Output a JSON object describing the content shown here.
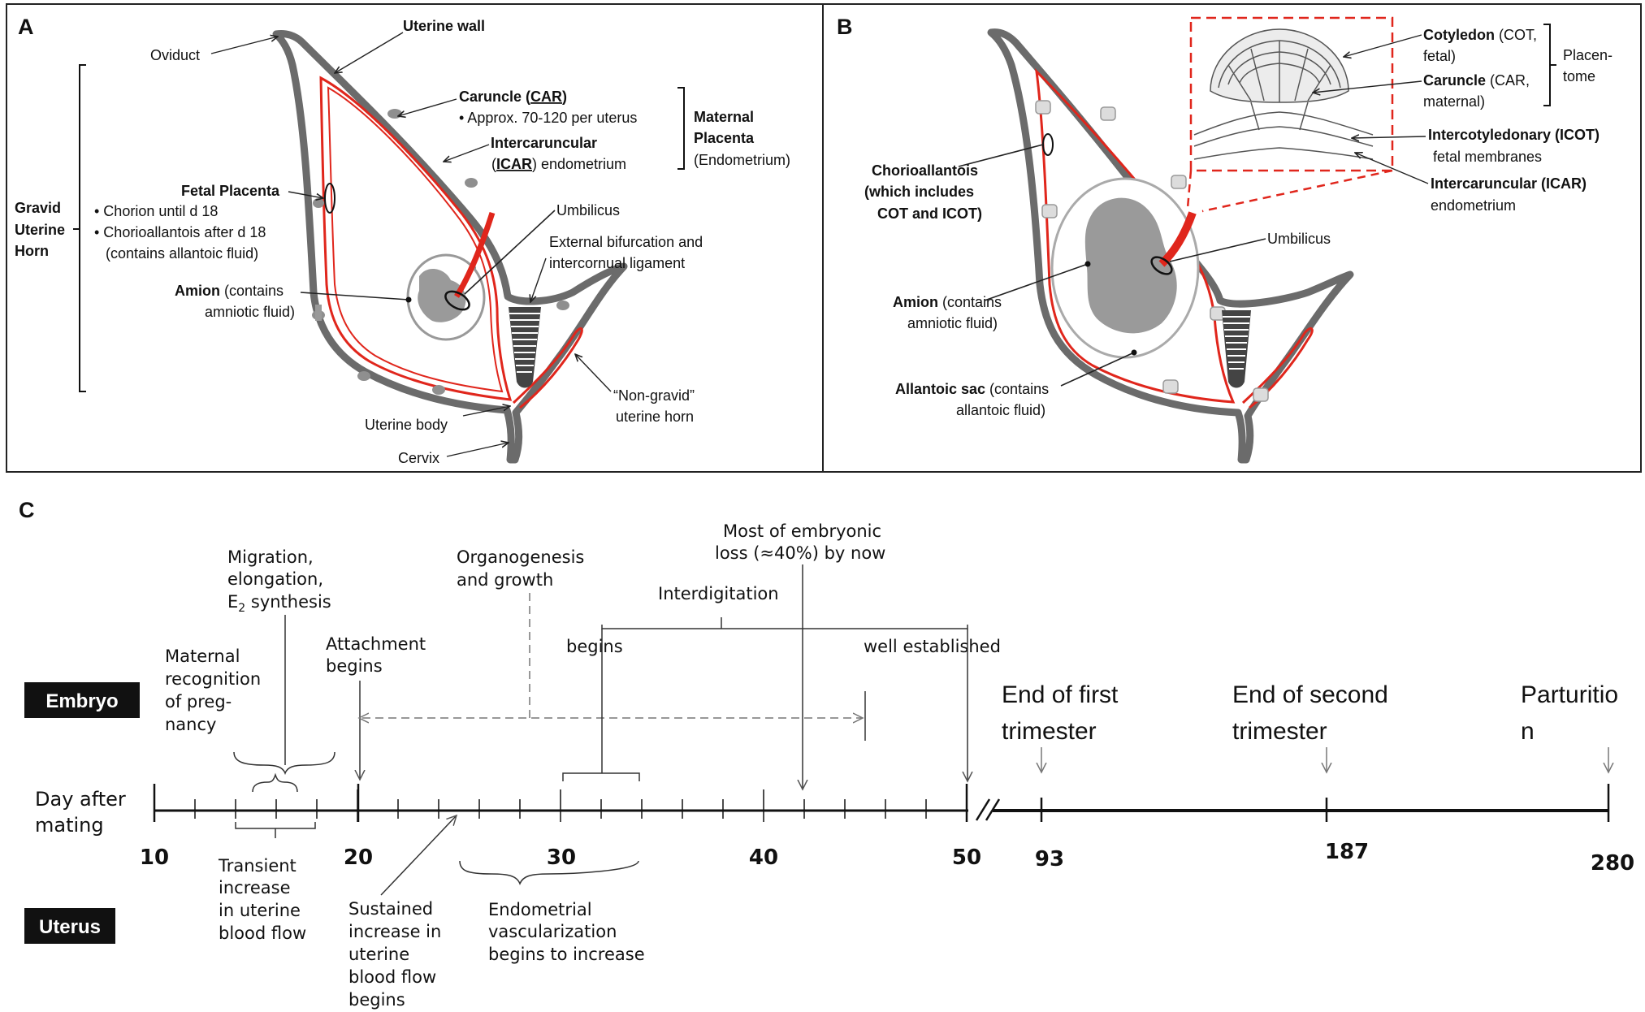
{
  "panels": {
    "a": {
      "letter": "A",
      "oviduct": "Oviduct",
      "uterine_wall": "Uterine wall",
      "caruncle": "Caruncle (",
      "car": "CAR",
      "caruncle_close": ")",
      "caruncle_note": "• Approx. 70-120 per uterus",
      "intercaruncular": "Intercaruncular",
      "icar_open": "(",
      "icar": "ICAR",
      "icar_rest": ") endometrium",
      "maternal_placenta_1": "Maternal",
      "maternal_placenta_2": "Placenta",
      "maternal_placenta_3": "(Endometrium)",
      "gravid_1": "Gravid",
      "gravid_2": "Uterine",
      "gravid_3": "Horn",
      "fetal_placenta": "Fetal Placenta",
      "fetal_item_1": "• Chorion until d 18",
      "fetal_item_2": "• Chorioallantois after d 18",
      "fetal_item_3": "(contains allantoic fluid)",
      "amion_bold": "Amion",
      "amion_rest": " (contains",
      "amion_2": "amniotic fluid)",
      "umbilicus": "Umbilicus",
      "ext_bif_1": "External bifurcation and",
      "ext_bif_2": "intercornual ligament",
      "non_gravid_1": "“Non-gravid”",
      "non_gravid_2": "uterine horn",
      "uterine_body": "Uterine body",
      "cervix": "Cervix"
    },
    "b": {
      "letter": "B",
      "cotyledon_bold": "Cotyledon",
      "cotyledon_rest": " (COT,",
      "cotyledon_2": "fetal)",
      "caruncle_bold": "Caruncle",
      "caruncle_rest": " (CAR,",
      "caruncle_2": "maternal)",
      "placentome_1": "Placen-",
      "placentome_2": "tome",
      "icot_bold": "Intercotyledonary (ICOT)",
      "icot_2": "fetal membranes",
      "icar_bold": "Intercaruncular (ICAR)",
      "icar_2": "endometrium",
      "chorio_1": "Chorioallantois",
      "chorio_2": "(which  includes",
      "chorio_3": "COT and ICOT)",
      "umbilicus": "Umbilicus",
      "amion_bold": "Amion",
      "amion_rest": " (contains",
      "amion_2": "amniotic fluid)",
      "allantoic_bold": "Allantoic sac",
      "allantoic_rest": " (contains",
      "allantoic_2": "allantoic fluid)"
    },
    "c": {
      "letter": "C",
      "axis_label_1": "Day after",
      "axis_label_2": "mating",
      "embryo_badge": "Embryo",
      "uterus_badge": "Uterus",
      "ticks": [
        "10",
        "20",
        "30",
        "40",
        "50",
        "93",
        "187",
        "280"
      ],
      "migration_1": "Migration,",
      "migration_2": "elongation,",
      "migration_3a": "E",
      "migration_3sub": "2",
      "migration_3b": " synthesis",
      "maternal_rec_1": "Maternal",
      "maternal_rec_2": "recognition",
      "maternal_rec_3": "of preg-",
      "maternal_rec_4": "nancy",
      "attachment_1": "Attachment",
      "attachment_2": "begins",
      "organogenesis_1": "Organogenesis",
      "organogenesis_2": "and growth",
      "interdigitation": "Interdigitation",
      "interdig_begins": "begins",
      "interdig_established": "well established",
      "loss_1": "Most of embryonic",
      "loss_2": "loss (≈40%) by now",
      "end_first_1": "End of first",
      "end_first_2": "trimester",
      "end_second_1": "End of second",
      "end_second_2": "trimester",
      "parturition_1": "Parturitio",
      "parturition_2": "n",
      "transient_1": "Transient",
      "transient_2": "increase",
      "transient_3": "in uterine",
      "transient_4": "blood flow",
      "sustained_1": "Sustained",
      "sustained_2": "increase in",
      "sustained_3": "uterine",
      "sustained_4": "blood flow",
      "sustained_5": "begins",
      "endometrial_1": "Endometrial",
      "endometrial_2": "vascularization",
      "endometrial_3": "begins to increase"
    }
  },
  "colors": {
    "uterus_wall": "#6b6b6b",
    "membrane_red": "#e0261c",
    "fetus_gray": "#9a9a9a",
    "inset_border": "#e0261c",
    "badge_bg": "#111111"
  }
}
